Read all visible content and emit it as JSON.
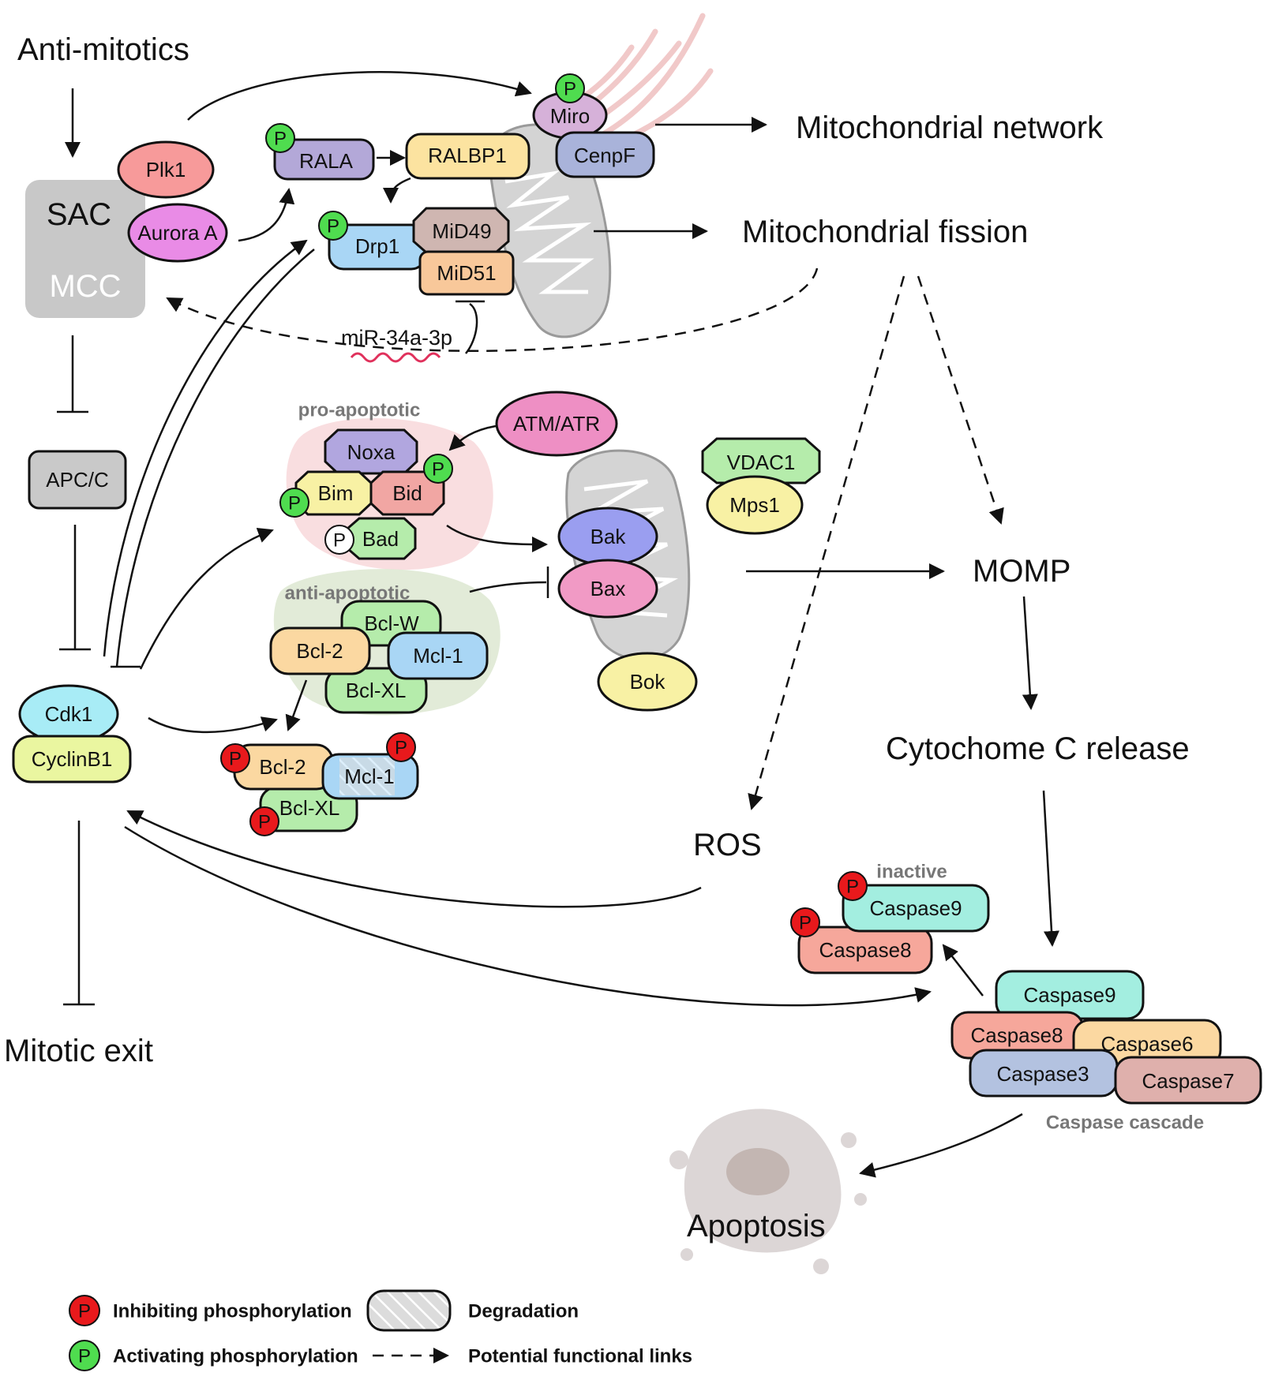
{
  "labels": {
    "anti_mitotics": "Anti-mitotics",
    "mito_network": "Mitochondrial network",
    "mito_fission": "Mitochondrial fission",
    "momp": "MOMP",
    "cyt_c": "Cytochome C release",
    "ros": "ROS",
    "apoptosis": "Apoptosis",
    "mitotic_exit": "Mitotic exit",
    "sac": "SAC",
    "mcc": "MCC",
    "mirna": "miR-34a-3p",
    "pro_apoptotic": "pro-apoptotic",
    "anti_apoptotic": "anti-apoptotic",
    "inactive": "inactive",
    "caspase_cascade": "Caspase cascade"
  },
  "proteins": {
    "plk1": "Plk1",
    "aurora_a": "Aurora A",
    "apcc": "APC/C",
    "cdk1": "Cdk1",
    "cyclinb1": "CyclinB1",
    "rala": "RALA",
    "ralbp1": "RALBP1",
    "miro": "Miro",
    "cenpf": "CenpF",
    "drp1": "Drp1",
    "mid49": "MiD49",
    "mid51": "MiD51",
    "atm_atr": "ATM/ATR",
    "noxa": "Noxa",
    "bim": "Bim",
    "bid": "Bid",
    "bad": "Bad",
    "bclw": "Bcl-W",
    "bcl2": "Bcl-2",
    "mcl1": "Mcl-1",
    "bclxl": "Bcl-XL",
    "bcl2_p": "Bcl-2",
    "mcl1_p": "Mcl-1",
    "bclxl_p": "Bcl-XL",
    "vdac1": "VDAC1",
    "mps1": "Mps1",
    "bak": "Bak",
    "bax": "Bax",
    "bok": "Bok",
    "casp9_inactive": "Caspase9",
    "casp8_inactive": "Caspase8",
    "casp9": "Caspase9",
    "casp8": "Caspase8",
    "casp6": "Caspase6",
    "casp3": "Caspase3",
    "casp7": "Caspase7"
  },
  "phospho": {
    "p": "P"
  },
  "legend": {
    "inhibiting": "Inhibiting phosphorylation",
    "activating": "Activating phosphorylation",
    "degradation": "Degradation",
    "potential": "Potential functional links"
  },
  "colors": {
    "inhibiting_p": "#e8191c",
    "activating_p": "#4fdc4f",
    "sac_box": "#c8c8c8",
    "plk1": "#f79a9a",
    "aurora_a": "#e98be6",
    "apcc": "#c9c9c9",
    "cdk1": "#a8ecf6",
    "cyclinb1": "#eaf6a0",
    "rala": "#b3a8d8",
    "ralbp1": "#fce3a0",
    "miro": "#d6b1d9",
    "cenpf": "#a9b3da",
    "drp1": "#a9d6f5",
    "mid49": "#cfb6b1",
    "mid51": "#f8c89a",
    "atm_atr": "#ee8fc4",
    "noxa": "#b1a6df",
    "bim": "#f8f1a4",
    "bid": "#f1a6a3",
    "bad": "#b5ecab",
    "bclw": "#b5ecab",
    "bcl2": "#fbd8a1",
    "mcl1": "#a9d6f5",
    "bclxl": "#b5ecab",
    "vdac1": "#b5ecab",
    "mps1": "#f8f1a4",
    "bak": "#9a9ef0",
    "bax": "#f19ac5",
    "bok": "#f8f1a4",
    "casp9": "#a3eee0",
    "casp8": "#f6a79b",
    "casp6": "#fbd8a1",
    "casp3": "#b3c2e0",
    "casp7": "#dfb0ac",
    "pro_region": "#f7d6d8",
    "anti_region": "#dfe9d4"
  }
}
